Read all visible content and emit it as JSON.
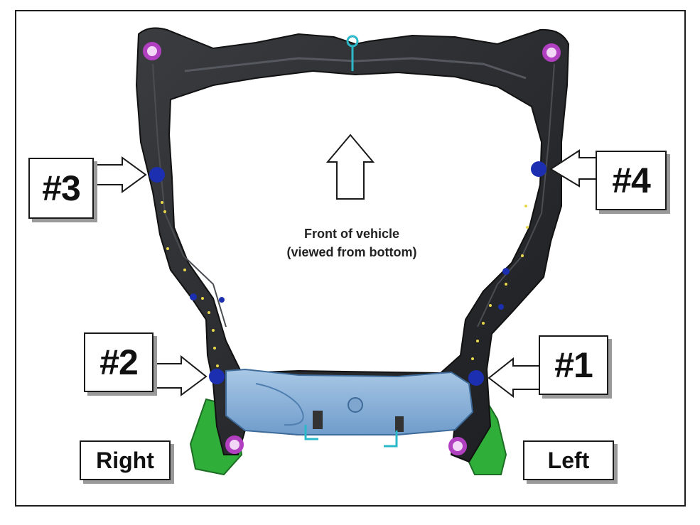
{
  "diagram": {
    "caption_line1": "Front of vehicle",
    "caption_line2": "(viewed from bottom)",
    "labels": {
      "bolt1": "#1",
      "bolt2": "#2",
      "bolt3": "#3",
      "bolt4": "#4",
      "right": "Right",
      "left": "Left"
    },
    "colors": {
      "frame": "#2b2d30",
      "crossmember": "#8fb4d9",
      "bracket": "#2fae3a",
      "bolt_marker": "#1b2fb0",
      "mount_ring": "#b040c0",
      "accent": "#2bb8c8"
    }
  }
}
